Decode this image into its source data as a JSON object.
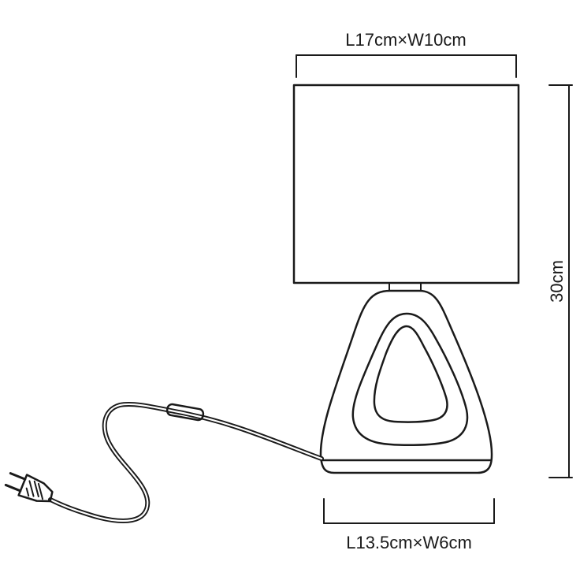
{
  "dimensions": {
    "shade": "L17cm×W10cm",
    "height": "30cm",
    "base": "L13.5cm×W6cm"
  },
  "colors": {
    "line": "#1a1a1a",
    "background": "#ffffff"
  }
}
